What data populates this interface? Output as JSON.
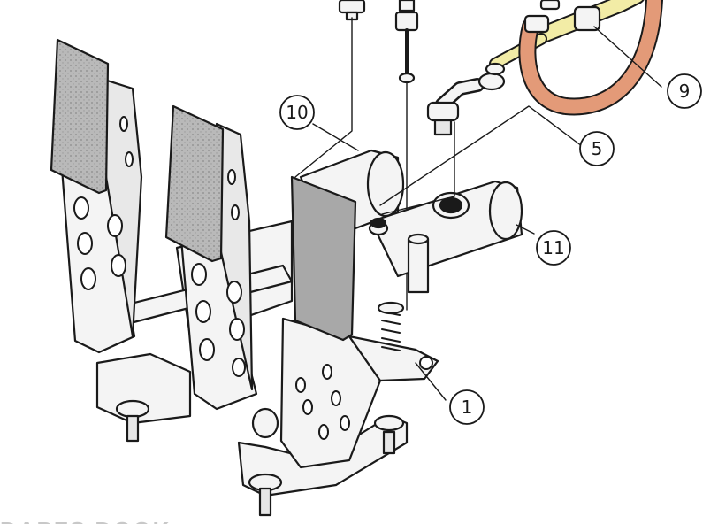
{
  "diagram": {
    "callouts": [
      {
        "id": "1",
        "label": "1"
      },
      {
        "id": "5",
        "label": "5"
      },
      {
        "id": "9",
        "label": "9"
      },
      {
        "id": "10",
        "label": "10"
      },
      {
        "id": "11",
        "label": "11"
      }
    ],
    "footer_text": "DAPFS DOOK",
    "colors": {
      "outline": "#1a1a1a",
      "pedal_pad": "#a8a8a8",
      "pedal_pad_dark": "#7a7a7a",
      "hose_orange": "#e39a78",
      "hose_yellow": "#f2eca6",
      "metal_light": "#f4f4f4"
    }
  }
}
